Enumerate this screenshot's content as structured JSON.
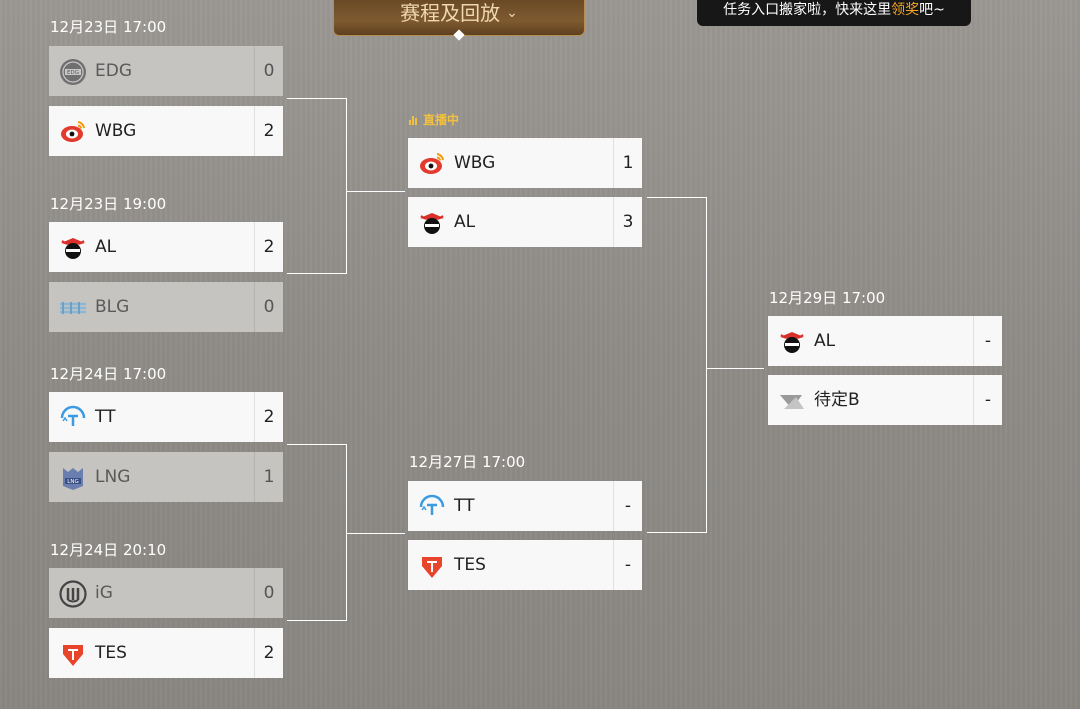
{
  "header": {
    "tab_label": "赛程及回放",
    "tooltip_prefix": "任务入口搬家啦，快来这里",
    "tooltip_highlight": "领奖",
    "tooltip_suffix": "吧~"
  },
  "live_label": "直播中",
  "round1": [
    {
      "date": "12月23日 17:00",
      "teams": [
        {
          "name": "EDG",
          "score": "0",
          "logo": "edg-logo-icon"
        },
        {
          "name": "WBG",
          "score": "2",
          "logo": "wbg-logo-icon"
        }
      ]
    },
    {
      "date": "12月23日 19:00",
      "teams": [
        {
          "name": "AL",
          "score": "2",
          "logo": "al-logo-icon"
        },
        {
          "name": "BLG",
          "score": "0",
          "logo": "blg-logo-icon"
        }
      ]
    },
    {
      "date": "12月24日 17:00",
      "teams": [
        {
          "name": "TT",
          "score": "2",
          "logo": "tt-logo-icon"
        },
        {
          "name": "LNG",
          "score": "1",
          "logo": "lng-logo-icon"
        }
      ]
    },
    {
      "date": "12月24日 20:10",
      "teams": [
        {
          "name": "iG",
          "score": "0",
          "logo": "ig-logo-icon"
        },
        {
          "name": "TES",
          "score": "2",
          "logo": "tes-logo-icon"
        }
      ]
    }
  ],
  "round2": [
    {
      "teams": [
        {
          "name": "WBG",
          "score": "1",
          "logo": "wbg-logo-icon"
        },
        {
          "name": "AL",
          "score": "3",
          "logo": "al-logo-icon"
        }
      ]
    },
    {
      "date": "12月27日 17:00",
      "teams": [
        {
          "name": "TT",
          "score": "-",
          "logo": "tt-logo-icon"
        },
        {
          "name": "TES",
          "score": "-",
          "logo": "tes-logo-icon"
        }
      ]
    }
  ],
  "final": {
    "date": "12月29日 17:00",
    "teams": [
      {
        "name": "AL",
        "score": "-",
        "logo": "al-logo-icon"
      },
      {
        "name": "待定B",
        "score": "-",
        "logo": "tbd-logo-icon"
      }
    ]
  },
  "colors": {
    "tab_bg": "#7e5a2f",
    "live": "#f1c040",
    "tooltip_highlight": "#f5a623",
    "tes_red": "#e8442b",
    "tt_blue": "#3c9be0"
  }
}
